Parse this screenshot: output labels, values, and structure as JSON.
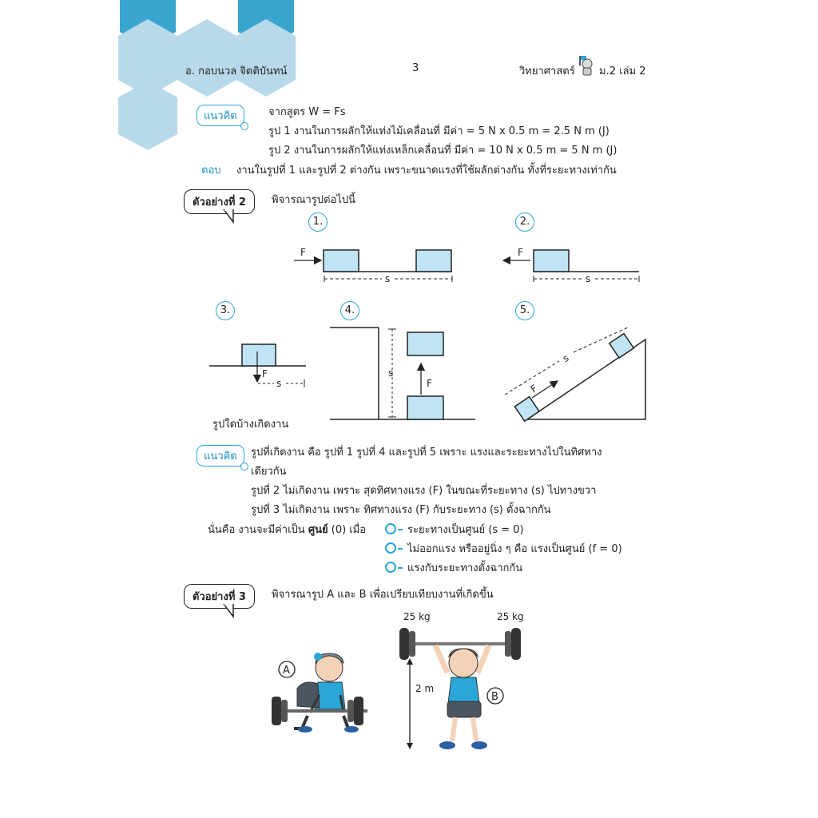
{
  "header": {
    "author": "อ. กอบนวล  จิตติบันทน์",
    "page_number": "3",
    "subject": "วิทยาศาสตร์",
    "grade": "ม.2  เล่ม 2"
  },
  "concept1": {
    "tag": "แนวคิด",
    "lines": [
      "จากสูตร W = Fs",
      "รูป 1  งานในการผลักให้แท่งไม้เคลื่อนที่  มีค่า =  5 N x 0.5 m = 2.5 N m (J)",
      "รูป 2  งานในการผลักให้แท่งเหล็กเคลื่อนที่  มีค่า = 10 N x 0.5 m = 5 N m (J)"
    ],
    "answer_label": "ตอบ",
    "answer_text": "งานในรูปที่  1  และรูปที่  2  ต่างกัน  เพราะขนาดแรงที่ใช้ผลักต่างกัน  ทั้งที่ระยะทางเท่ากัน"
  },
  "example2": {
    "label": "ตัวอย่างที่ 2",
    "prompt": "พิจารณารูปต่อไปนี้",
    "figures": {
      "n1": "1.",
      "n2": "2.",
      "n3": "3.",
      "n4": "4.",
      "n5": "5.",
      "force": "F",
      "distance": "s"
    },
    "question": "รูปใดบ้างเกิดงาน"
  },
  "concept2": {
    "tag": "แนวคิด",
    "lines": [
      "รูปที่เกิดงาน  คือ  รูปที่ 1  รูปที่ 4 และรูปที่ 5  เพราะ แรงและระยะทางไปในทิศทาง",
      "เดียวกัน",
      "รูปที่ 2 ไม่เกิดงาน เพราะ สุดทิศทางแรง (F) ในขณะที่ระยะทาง (s) ไปทางขวา",
      "รูปที่ 3 ไม่เกิดงาน เพราะ ทิศทางแรง (F) กับระยะทาง (s) ตั้งฉากกัน"
    ],
    "zero_intro": "นั่นคือ งานจะมีค่าเป็น",
    "zero_bold": "ศูนย์",
    "zero_tail": "(0) เมื่อ",
    "bullets": [
      "ระยะทางเป็นศูนย์ (s = 0)",
      "ไม่ออกแรง หรืออยู่นิ่ง ๆ คือ แรงเป็นศูนย์ (f = 0)",
      "แรงกับระยะทางตั้งฉากกัน"
    ]
  },
  "example3": {
    "label": "ตัวอย่างที่ 3",
    "prompt": "พิจารณารูป A และ B เพื่อเปรียบเทียบงานที่เกิดขึ้น",
    "label_a": "A",
    "label_b": "B",
    "weight_left": "25 kg",
    "weight_right": "25 kg",
    "height": "2 m"
  },
  "colors": {
    "accent": "#2aa7d8",
    "hex_dark": "#3aa5cf",
    "hex_light": "#b7d9ea",
    "box_fill": "#bfe4f6"
  }
}
